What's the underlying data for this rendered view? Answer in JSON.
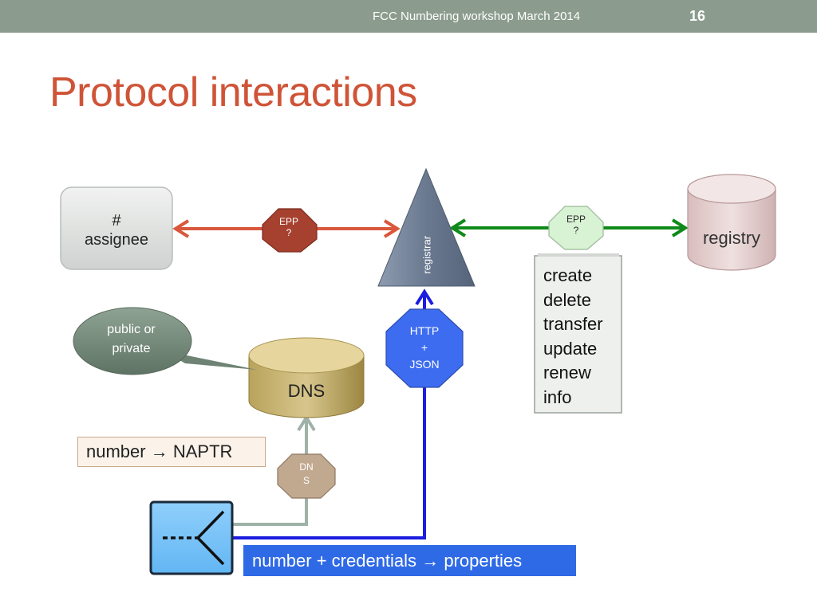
{
  "header": {
    "text": "FCC Numbering workshop March 2014",
    "page_number": "16"
  },
  "title": "Protocol interactions",
  "nodes": {
    "assignee": [
      "#",
      "assignee"
    ],
    "registry": "registry",
    "registrar": "registrar",
    "epp_left": [
      "EPP",
      "?"
    ],
    "epp_right": [
      "EPP",
      "?"
    ],
    "http_json": [
      "HTTP",
      "+",
      "JSON"
    ],
    "dns_db": "DNS",
    "dns_protocol": [
      "DN",
      "S"
    ],
    "public_private": [
      "public or",
      "private"
    ]
  },
  "commands": [
    "create",
    "delete",
    "transfer",
    "update",
    "renew",
    "info"
  ],
  "naptr": {
    "left": "number",
    "arrow": "→",
    "right": "NAPTR"
  },
  "credentials": {
    "left": "number + credentials",
    "arrow": "→",
    "right": "properties"
  },
  "colors": {
    "title": "#cf5437",
    "header_bar": "#8b9b8d",
    "epp_left": "#a6402f",
    "epp_right": "#d8f2d4",
    "http_json": "#3d6cf0",
    "registrar": "#6d7c93",
    "dns_db": "#c8b474",
    "registry": "#e3cccc",
    "blue_line": "#1c1ce0",
    "green_arrow": "#0f8a1a",
    "red_arrow": "#d9573c",
    "grey_line": "#9fb2a8"
  }
}
